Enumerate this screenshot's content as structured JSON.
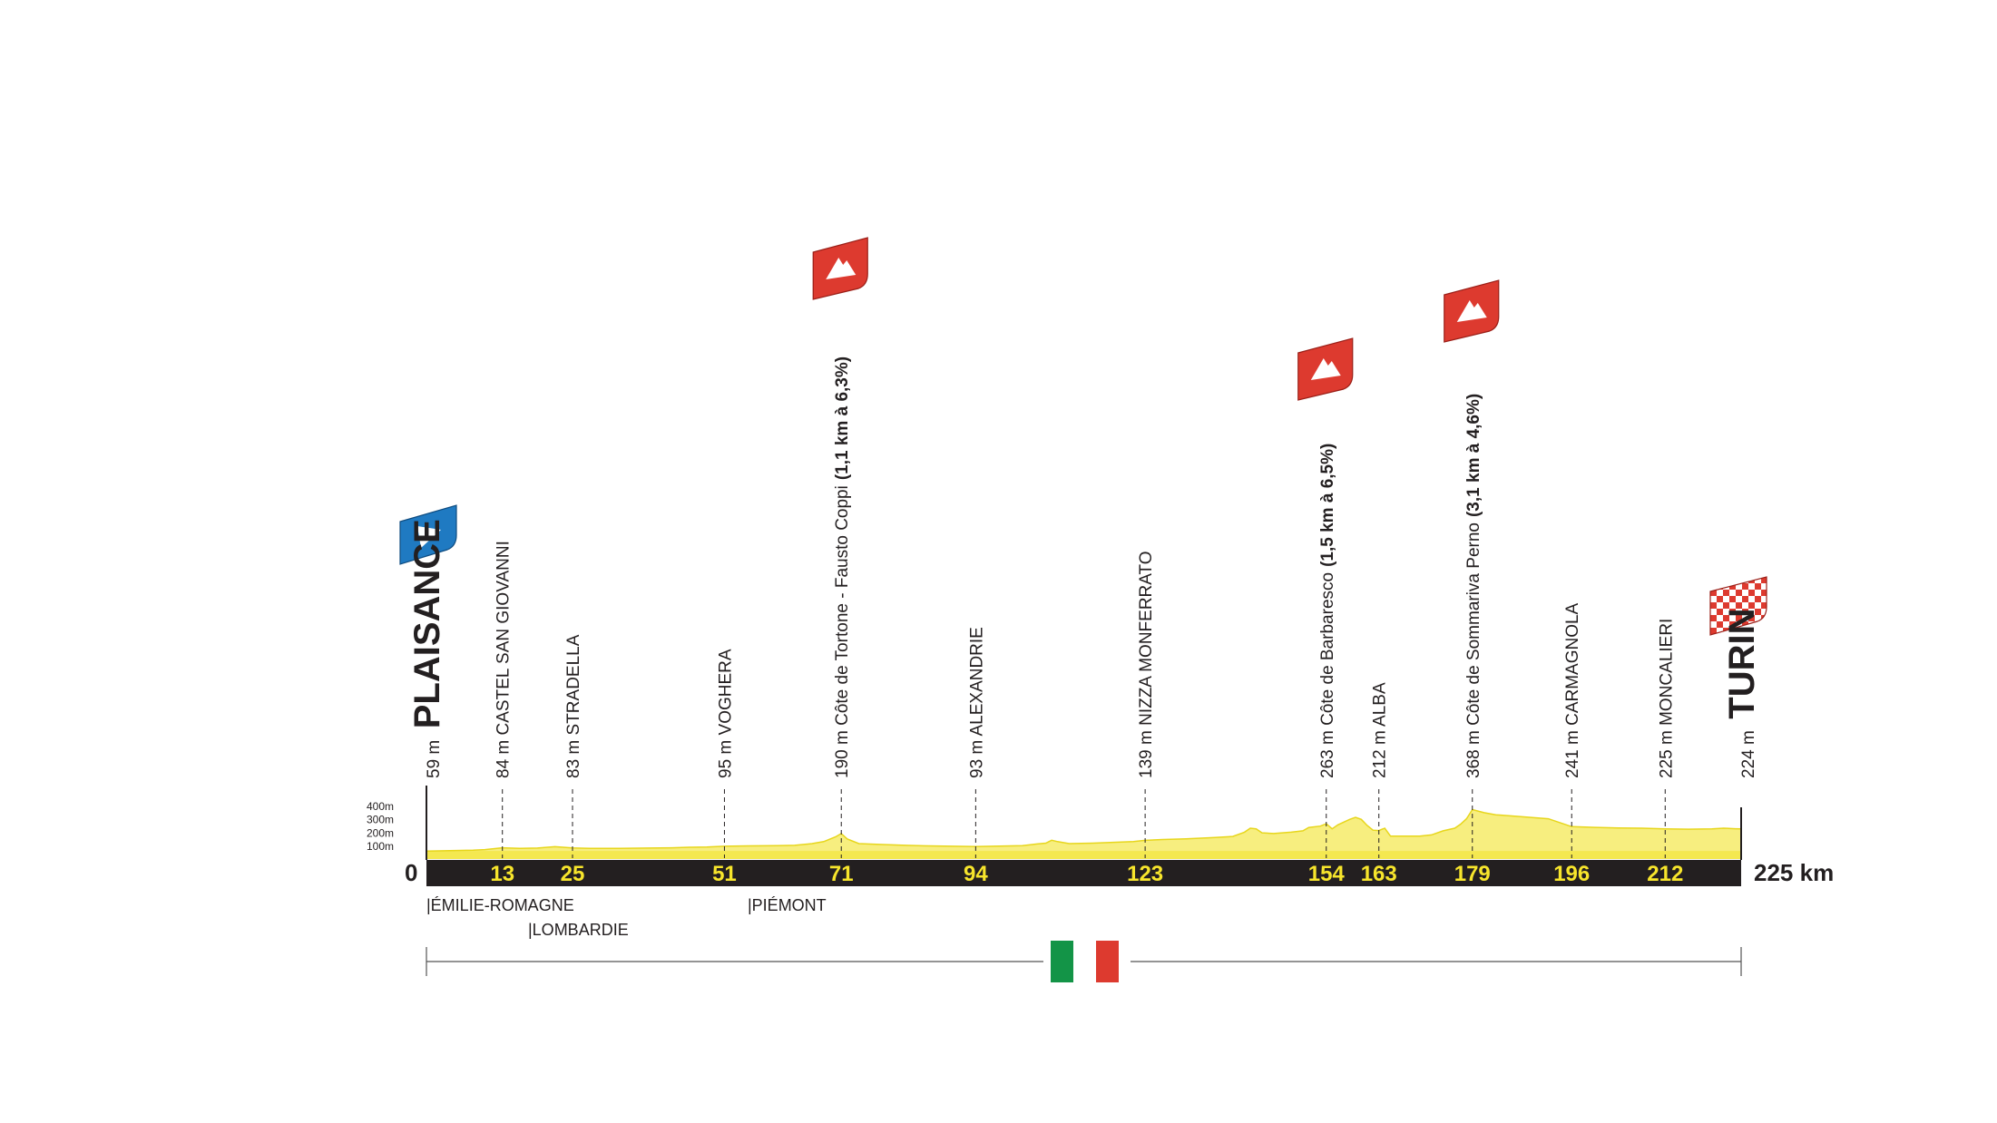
{
  "chart_data": {
    "type": "area",
    "title": "",
    "xlabel": "",
    "ylabel": "",
    "xlim": [
      0,
      225
    ],
    "ylim": [
      0,
      400
    ],
    "grid": false,
    "x_unit": "km",
    "start_km_label": "0",
    "finish_km_label": "225 km",
    "altitude_ticks": [
      "100m",
      "200m",
      "300m",
      "400m"
    ],
    "start": {
      "name": "PLAISANCE",
      "altitude": "59 m",
      "km": 0
    },
    "finish": {
      "name": "TURIN",
      "altitude": "224 m",
      "km": 225
    },
    "waypoints": [
      {
        "km": 13,
        "altitude": "84 m",
        "name": "CASTEL SAN GIOVANNI",
        "climb": ""
      },
      {
        "km": 25,
        "altitude": "83 m",
        "name": "STRADELLA",
        "climb": ""
      },
      {
        "km": 51,
        "altitude": "95 m",
        "name": "VOGHERA",
        "climb": ""
      },
      {
        "km": 71,
        "altitude": "190 m",
        "name": "Côte de Tortone - Fausto Coppi",
        "climb": "(1,1 km à 6,3%)"
      },
      {
        "km": 94,
        "altitude": "93 m",
        "name": "ALEXANDRIE",
        "climb": ""
      },
      {
        "km": 123,
        "altitude": "139 m",
        "name": "NIZZA MONFERRATO",
        "climb": ""
      },
      {
        "km": 154,
        "altitude": "263 m",
        "name": "Côte de Barbaresco",
        "climb": "(1,5 km à 6,5%)"
      },
      {
        "km": 163,
        "altitude": "212 m",
        "name": "ALBA",
        "climb": ""
      },
      {
        "km": 179,
        "altitude": "368 m",
        "name": "Côte de Sommariva Perno",
        "climb": "(3,1 km à 4,6%)"
      },
      {
        "km": 196,
        "altitude": "241 m",
        "name": "CARMAGNOLA",
        "climb": ""
      },
      {
        "km": 212,
        "altitude": "225 m",
        "name": "MONCALIERI",
        "climb": ""
      }
    ],
    "profile": [
      [
        0,
        59
      ],
      [
        4,
        62
      ],
      [
        8,
        66
      ],
      [
        10,
        70
      ],
      [
        13,
        84
      ],
      [
        16,
        80
      ],
      [
        19,
        82
      ],
      [
        22,
        92
      ],
      [
        25,
        83
      ],
      [
        28,
        79
      ],
      [
        33,
        80
      ],
      [
        38,
        82
      ],
      [
        42,
        84
      ],
      [
        45,
        88
      ],
      [
        48,
        90
      ],
      [
        51,
        95
      ],
      [
        55,
        98
      ],
      [
        60,
        100
      ],
      [
        63,
        102
      ],
      [
        66,
        115
      ],
      [
        68,
        130
      ],
      [
        70,
        165
      ],
      [
        71,
        190
      ],
      [
        72,
        150
      ],
      [
        74,
        115
      ],
      [
        78,
        108
      ],
      [
        82,
        102
      ],
      [
        86,
        98
      ],
      [
        90,
        95
      ],
      [
        94,
        93
      ],
      [
        98,
        96
      ],
      [
        102,
        100
      ],
      [
        104,
        110
      ],
      [
        106,
        118
      ],
      [
        107,
        140
      ],
      [
        108,
        130
      ],
      [
        110,
        115
      ],
      [
        114,
        118
      ],
      [
        118,
        125
      ],
      [
        121,
        130
      ],
      [
        123,
        139
      ],
      [
        126,
        145
      ],
      [
        130,
        150
      ],
      [
        135,
        160
      ],
      [
        138,
        168
      ],
      [
        140,
        200
      ],
      [
        141,
        230
      ],
      [
        142,
        225
      ],
      [
        143,
        195
      ],
      [
        145,
        190
      ],
      [
        148,
        200
      ],
      [
        150,
        210
      ],
      [
        151,
        235
      ],
      [
        153,
        245
      ],
      [
        154,
        263
      ],
      [
        155,
        225
      ],
      [
        156,
        255
      ],
      [
        158,
        295
      ],
      [
        159,
        310
      ],
      [
        160,
        295
      ],
      [
        161,
        250
      ],
      [
        162,
        215
      ],
      [
        163,
        212
      ],
      [
        164,
        230
      ],
      [
        165,
        170
      ],
      [
        166,
        170
      ],
      [
        170,
        170
      ],
      [
        172,
        180
      ],
      [
        174,
        210
      ],
      [
        176,
        230
      ],
      [
        177,
        260
      ],
      [
        178,
        300
      ],
      [
        179,
        368
      ],
      [
        181,
        345
      ],
      [
        183,
        330
      ],
      [
        186,
        320
      ],
      [
        189,
        310
      ],
      [
        192,
        300
      ],
      [
        196,
        241
      ],
      [
        200,
        236
      ],
      [
        204,
        232
      ],
      [
        208,
        230
      ],
      [
        212,
        225
      ],
      [
        216,
        222
      ],
      [
        220,
        224
      ],
      [
        222,
        230
      ],
      [
        224,
        226
      ],
      [
        225,
        224
      ]
    ]
  },
  "regions": [
    "|ÉMILIE-ROMAGNE",
    "|LOMBARDIE",
    "|PIÉMONT"
  ],
  "colors": {
    "profile_fill": "#f7ee7f",
    "profile_band": "#f2e42a",
    "km_bar": "#231f20",
    "km_numbers": "#f7e52c",
    "start_flag": "#1f7ac2",
    "climb_flag": "#dd3a2f",
    "finish_flag": "#dd3a2f",
    "italy_green": "#139447",
    "italy_red": "#dd3a2f"
  },
  "icons": {
    "start": "start-flag-icon",
    "climb": "mountain-climb-icon",
    "finish": "checkered-finish-icon",
    "country": "italy-flag-icon"
  }
}
